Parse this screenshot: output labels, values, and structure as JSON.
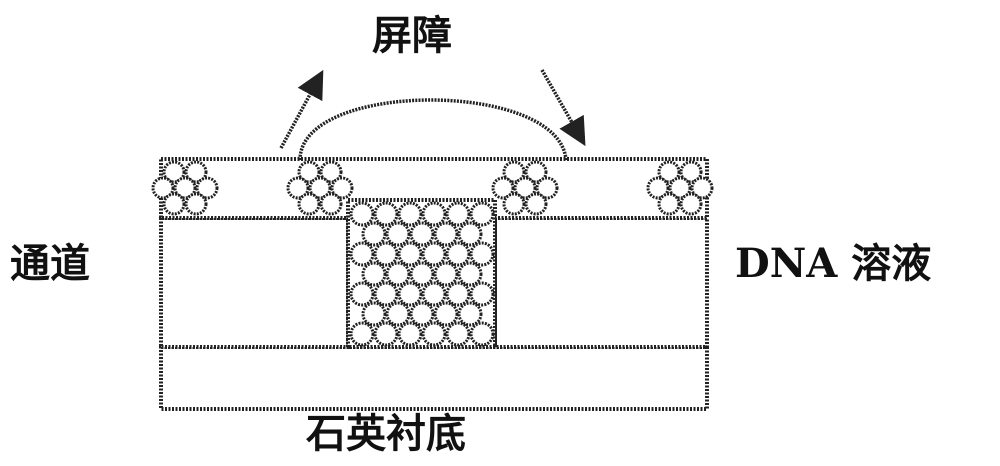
{
  "labels": {
    "barrier": "屏障",
    "channel": "通道",
    "dna_solution": "DNA 溶液",
    "substrate": "石英衬底"
  }
}
